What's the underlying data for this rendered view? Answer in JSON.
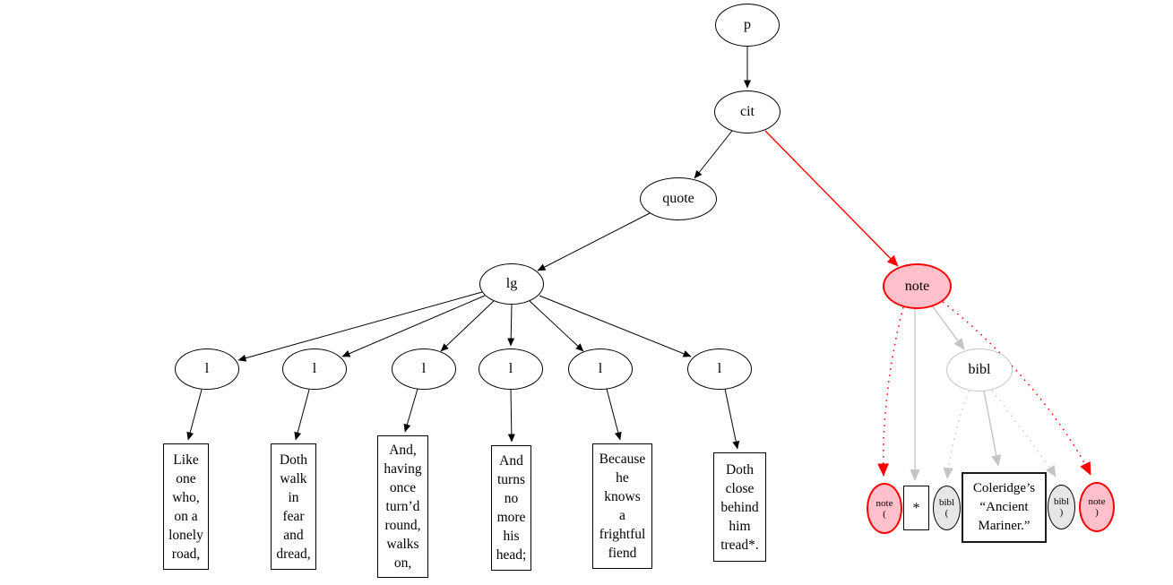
{
  "diagram": {
    "type": "xml-tree",
    "colors": {
      "background": "#ffffff",
      "node_fill": "#ffffff",
      "node_stroke": "#000000",
      "note_fill": "#ffc0cb",
      "note_stroke": "#ff0000",
      "attribute_fill": "#e6e6e6",
      "light_gray_stroke": "#c4c4c4",
      "edge_black": "#000000",
      "edge_red": "#ff0000",
      "edge_gray": "#c4c4c4",
      "text": "#000000"
    },
    "nodes": {
      "p": "p",
      "cit": "cit",
      "quote": "quote",
      "lg": "lg",
      "l1": "l",
      "l2": "l",
      "l3": "l",
      "l4": "l",
      "l5": "l",
      "l6": "l",
      "note": "note",
      "bibl": "bibl",
      "verse1": "Like\none\nwho,\non a\nlonely\nroad,",
      "verse2": "Doth\nwalk\nin\nfear\nand\ndread,",
      "verse3": "And,\nhaving\nonce\nturn’d\nround,\nwalks\non,",
      "verse4": "And\nturns\nno\nmore\nhis\nhead;",
      "verse5": "Because\nhe\nknows\na\nfrightful\nfiend",
      "verse6": "Doth\nclose\nbehind\nhim\ntread*.",
      "note_open": "note\n(",
      "star": "*",
      "bibl_open": "bibl\n(",
      "bibl_citation": "Coleridge’s\n“Ancient\nMariner.”",
      "bibl_close": "bibl\n)",
      "note_close": "note\n)"
    }
  }
}
